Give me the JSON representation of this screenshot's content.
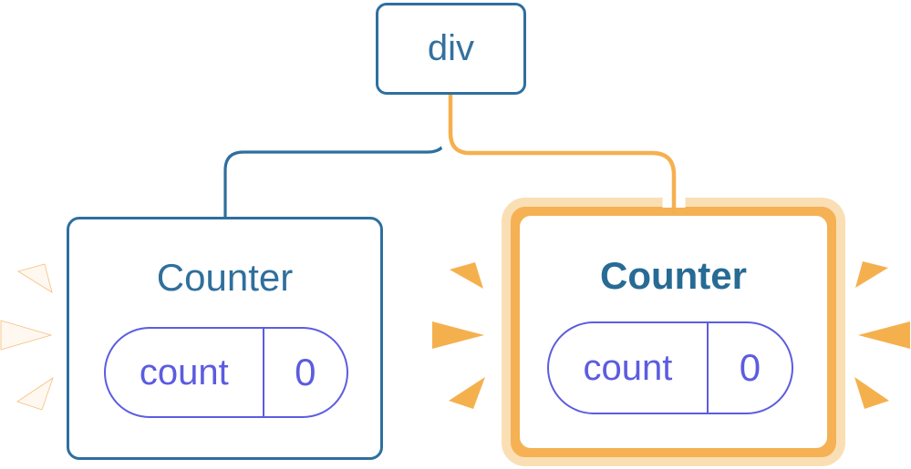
{
  "diagram": {
    "title": "React render tree: div parent with two Counter children, right Counter re-rendering",
    "root": {
      "label": "div"
    },
    "left_counter": {
      "title": "Counter",
      "state_key": "count",
      "state_value": "0"
    },
    "right_counter": {
      "title": "Counter",
      "state_key": "count",
      "state_value": "0"
    },
    "colors": {
      "node_border_blue": "#2E6F9E",
      "node_text_blue": "#34719F",
      "title_blue": "#2F6F9C",
      "title_blue_bold": "#276B95",
      "state_indigo": "#5C5CE0",
      "highlight_orange": "#F5B154",
      "highlight_orange_line": "#F5B04E",
      "highlight_cream": "#FADFB5",
      "spark_white": "#FFF8F0",
      "background": "#FFFFFF"
    }
  }
}
